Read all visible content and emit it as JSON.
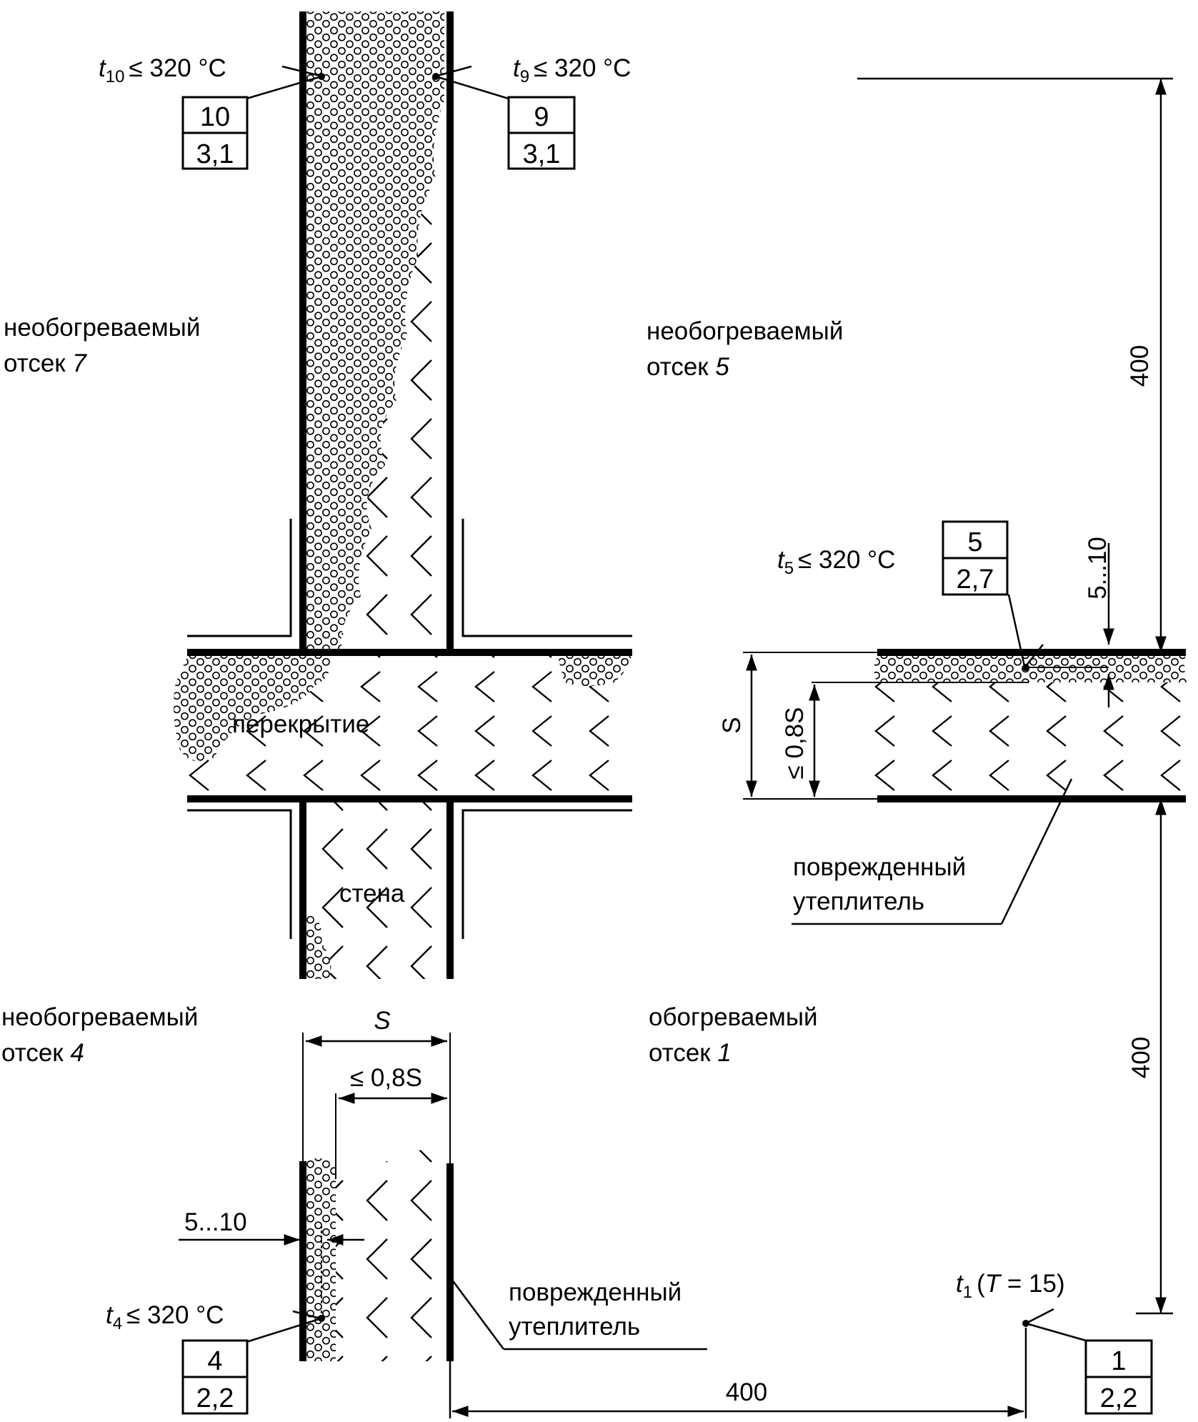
{
  "zones": {
    "z7": {
      "line1": "необогреваемый",
      "line2_prefix": "отсек",
      "line2_num": "7"
    },
    "z5": {
      "line1": "необогреваемый",
      "line2_prefix": "отсек",
      "line2_num": "5"
    },
    "z4": {
      "line1": "необогреваемый",
      "line2_prefix": "отсек",
      "line2_num": "4"
    },
    "z1": {
      "line1": "обогреваемый",
      "line2_prefix": "отсек",
      "line2_num": "1"
    }
  },
  "elements": {
    "slab": "перекрытие",
    "wall": "стена",
    "damaged_wall": {
      "line1": "поврежденный",
      "line2": "утеплитель"
    },
    "damaged_slab": {
      "line1": "поврежденный",
      "line2": "утеплитель"
    }
  },
  "thermocouples": {
    "t10": {
      "sym": "t",
      "sub": "10",
      "cond": "≤ 320",
      "unit": "°C",
      "num": "10",
      "val": "3,1"
    },
    "t9": {
      "sym": "t",
      "sub": "9",
      "cond": "≤ 320",
      "unit": "°C",
      "num": "9",
      "val": "3,1"
    },
    "t5": {
      "sym": "t",
      "sub": "5",
      "cond": "≤ 320",
      "unit": "°C",
      "num": "5",
      "val": "2,7"
    },
    "t4": {
      "sym": "t",
      "sub": "4",
      "cond": "≤ 320",
      "unit": "°C",
      "num": "4",
      "val": "2,2"
    },
    "t1": {
      "sym": "t",
      "sub": "1",
      "paren_open": "(",
      "T": "T",
      "eq": "= 15)",
      "num": "1",
      "val": "2,2"
    }
  },
  "dimensions": {
    "right_top": "400",
    "right_bottom": "400",
    "bottom": "400",
    "slab_depth": "5...10",
    "wall_depth": "5...10",
    "slab_S": "S",
    "slab_08S": "≤ 0,8S",
    "wall_S": "S",
    "wall_08S": "≤ 0,8S"
  }
}
